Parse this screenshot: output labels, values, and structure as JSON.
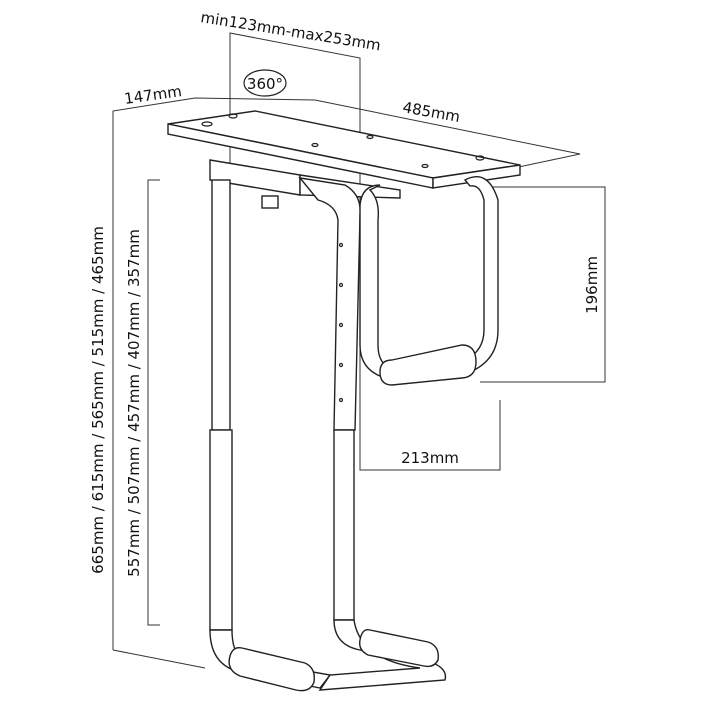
{
  "dimensions": {
    "clamp_range": "min123mm-max253mm",
    "rotation": "360°",
    "depth": "147mm",
    "width": "485mm",
    "holder_height": "196mm",
    "holder_depth": "213mm",
    "total_heights": "665mm  /  615mm  /  565mm  /  515mm  /  465mm",
    "inner_heights": "557mm  /  507mm  /  457mm  /  407mm  /  357mm"
  }
}
